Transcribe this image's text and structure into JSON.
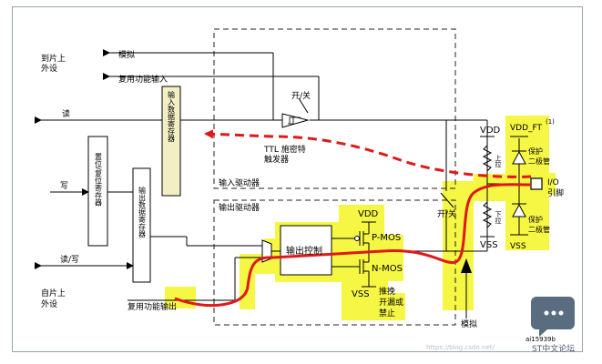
{
  "labels": {
    "to_on_chip": [
      "到片上",
      "外设"
    ],
    "analog_top": "模拟",
    "alt_func_in": "复用功能输入",
    "read": "读",
    "write": "写",
    "read_write": "读/写",
    "from_on_chip": [
      "自片上",
      "外设"
    ],
    "alt_func_out": "复用功能输出",
    "onoff_top": "开/关",
    "ttl": [
      "TTL 施密特",
      "触发器"
    ],
    "input_driver": "输入驱动器",
    "output_driver": "输出驱动器",
    "input_data_reg": "输入数据寄存器",
    "bsrr": "置位/复位寄存器",
    "output_data_reg": "输出数据寄存器",
    "output_control": "输出控制",
    "vdd": "VDD",
    "vss": "VSS",
    "pmos": "P-MOS",
    "nmos": "N-MOS",
    "push_pull": [
      "推挽",
      "开漏或",
      "禁止"
    ],
    "analog_bottom": "模拟",
    "onoff_right": "开/关",
    "pull_up": "上拉",
    "pull_down": "下拉",
    "vdd_ft": "VDD_FT",
    "footnote": "(1)",
    "protect_diode_top": [
      "保护",
      "二极管"
    ],
    "protect_diode_bottom": [
      "保护",
      "二极管"
    ],
    "io_pin": [
      "I/O",
      "引脚"
    ],
    "figure_id": "ai15939b",
    "watermark": "https://blog.csdn.net/",
    "forum": "ST中文论坛"
  },
  "colors": {
    "highlight": "#f5f53a",
    "signal_path": "#e01818",
    "line": "#000000",
    "register_fill": "#f3efc4"
  }
}
